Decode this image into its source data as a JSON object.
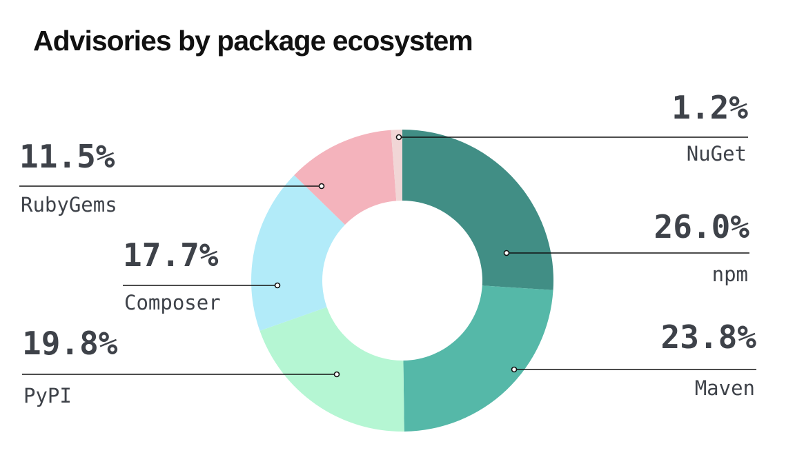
{
  "chart_data": {
    "type": "pie",
    "title": "Advisories by package ecosystem",
    "slices": [
      {
        "label": "npm",
        "value": 26.0,
        "value_label": "26.0%",
        "color": "#418e85"
      },
      {
        "label": "Maven",
        "value": 23.8,
        "value_label": "23.8%",
        "color": "#55b8a8"
      },
      {
        "label": "PyPI",
        "value": 19.8,
        "value_label": "19.8%",
        "color": "#b5f6d3"
      },
      {
        "label": "Composer",
        "value": 17.7,
        "value_label": "17.7%",
        "color": "#b2ebf9"
      },
      {
        "label": "RubyGems",
        "value": 11.5,
        "value_label": "11.5%",
        "color": "#f4b3bc"
      },
      {
        "label": "NuGet",
        "value": 1.2,
        "value_label": "1.2%",
        "color": "#f1d6d6"
      }
    ]
  }
}
